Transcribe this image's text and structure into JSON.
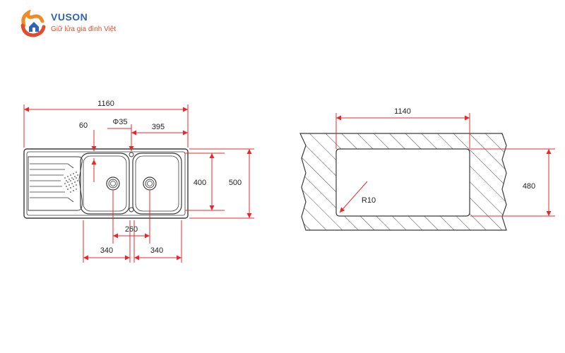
{
  "logo": {
    "brand": "VUSON",
    "tagline": "Giữ lửa gia đình Việt",
    "colors": {
      "blue": "#2f63b8",
      "orange": "#f08a24",
      "red": "#e24b2b"
    }
  },
  "colors": {
    "dimension": "#e8282b",
    "outline": "#3a3a3a",
    "hatch": "#555555"
  },
  "sink_drawing": {
    "overall_length": "1160",
    "drainer_offset": "60",
    "tap_hole_diameter": "Φ35",
    "tap_to_edge": "395",
    "bowl_depth": "400",
    "overall_width": "500",
    "waste_spacing": "260",
    "bowl_width_left": "340",
    "bowl_width_right": "340"
  },
  "cutout_drawing": {
    "cutout_length": "1140",
    "cutout_width": "480",
    "corner_radius": "R10"
  }
}
